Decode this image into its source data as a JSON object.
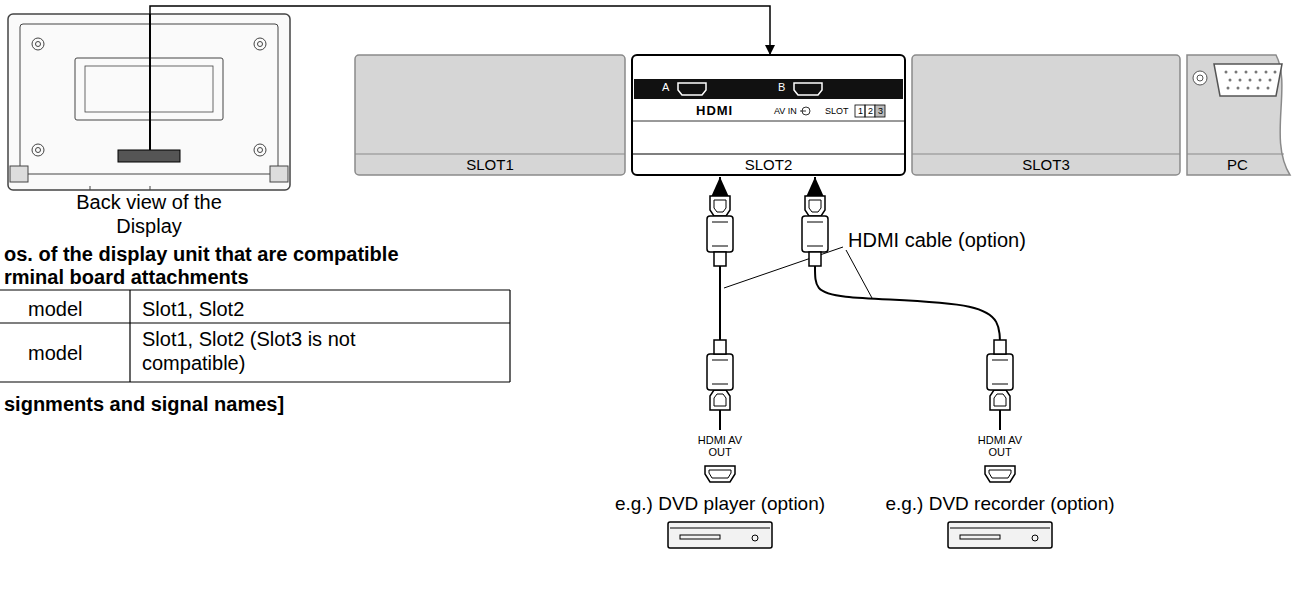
{
  "diagram": {
    "nodes": [
      {
        "text": [
          "Back view of the Display"
        ]
      },
      {
        "text": [
          "SLOT1"
        ]
      },
      {
        "text": [
          "A",
          "B",
          "HDMI",
          "AV IN",
          "SLOT",
          "1",
          "2",
          "3",
          "SLOT2"
        ]
      },
      {
        "text": [
          "SLOT3"
        ]
      },
      {
        "text": [
          "PC"
        ]
      },
      {
        "text": [
          "HDMI AV OUT",
          "e.g.) DVD player (option)"
        ]
      },
      {
        "text": [
          "HDMI AV OUT",
          "e.g.) DVD recorder (option)"
        ]
      }
    ],
    "edges": [
      {
        "from": 0,
        "to": 2,
        "arrow": "to"
      },
      {
        "from": 5,
        "to": 2,
        "arrow": "to"
      },
      {
        "from": 6,
        "to": 2,
        "arrow": "to"
      }
    ],
    "labels": [
      "HDMI cable (option)",
      "os. of the display unit that are compatible",
      "rminal board attachments",
      "model",
      "Slot1, Slot2",
      "model",
      "Slot1, Slot2 (Slot3 is not compatible)",
      "signments and signal names]"
    ]
  }
}
